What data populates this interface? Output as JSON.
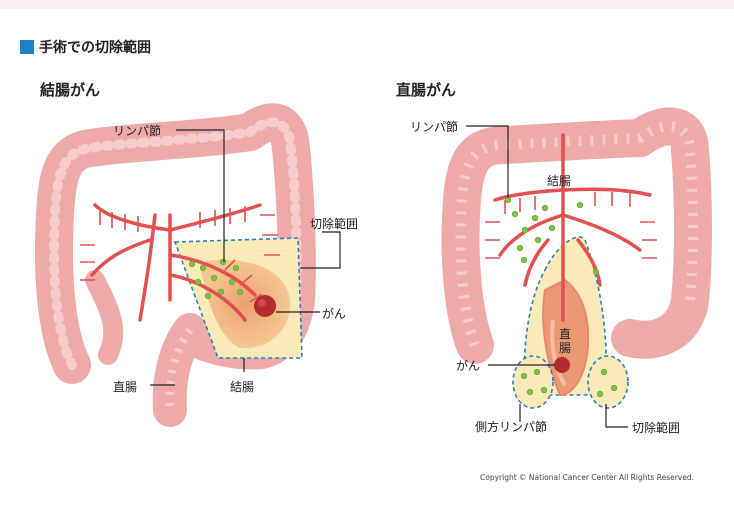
{
  "header": {
    "title": "手術での切除範囲"
  },
  "colon_panel": {
    "title": "結腸がん",
    "labels": {
      "lymph_node": "リンパ節",
      "resection_range": "切除範囲",
      "cancer": "がん",
      "rectum": "直腸",
      "colon": "結腸"
    }
  },
  "rectal_panel": {
    "title": "直腸がん",
    "labels": {
      "lymph_node": "リンパ節",
      "colon": "結腸",
      "rectum": "直腸",
      "cancer": "がん",
      "lateral_lymph_node": "側方リンパ節",
      "resection_range": "切除範囲"
    }
  },
  "footer": {
    "copyright": "Copyright © National Cancer Center All Rights Reserved."
  }
}
